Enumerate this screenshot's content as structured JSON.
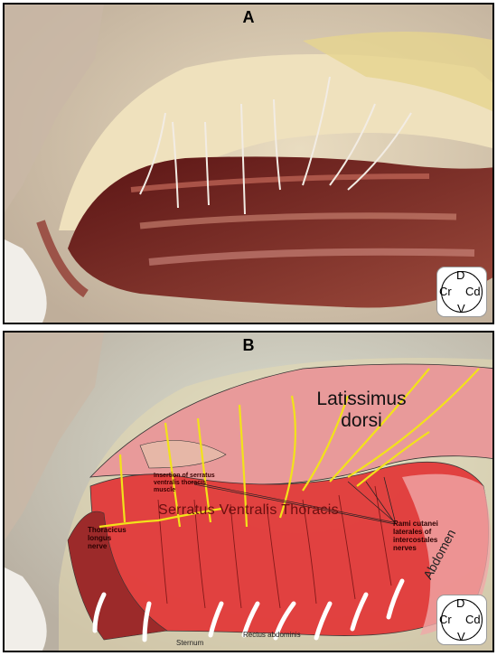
{
  "panels": {
    "a": {
      "label": "A"
    },
    "b": {
      "label": "B"
    }
  },
  "compass": {
    "dorsal": "D",
    "ventral": "V",
    "cranial": "Cr",
    "caudal": "Cd"
  },
  "annotations": {
    "latissimus": "Latissimus dorsi",
    "serratus": "Serratus Ventralis Thoracis",
    "insertion": "Insertion of serratus ventralis thoracis muscle",
    "thoracicus": "Thoracicus longus nerve",
    "rami": "Rami cutanei laterales of intercostales nerves",
    "abdomen": "Abdomen",
    "sternum": "Sternum",
    "rectus": "Rectus abdominis"
  },
  "colors": {
    "muscle_pink": "#e89a9a",
    "muscle_red": "#e23a3a",
    "nerve_yellow": "#f2e21a",
    "tissue_cream": "#e8dcb0"
  }
}
